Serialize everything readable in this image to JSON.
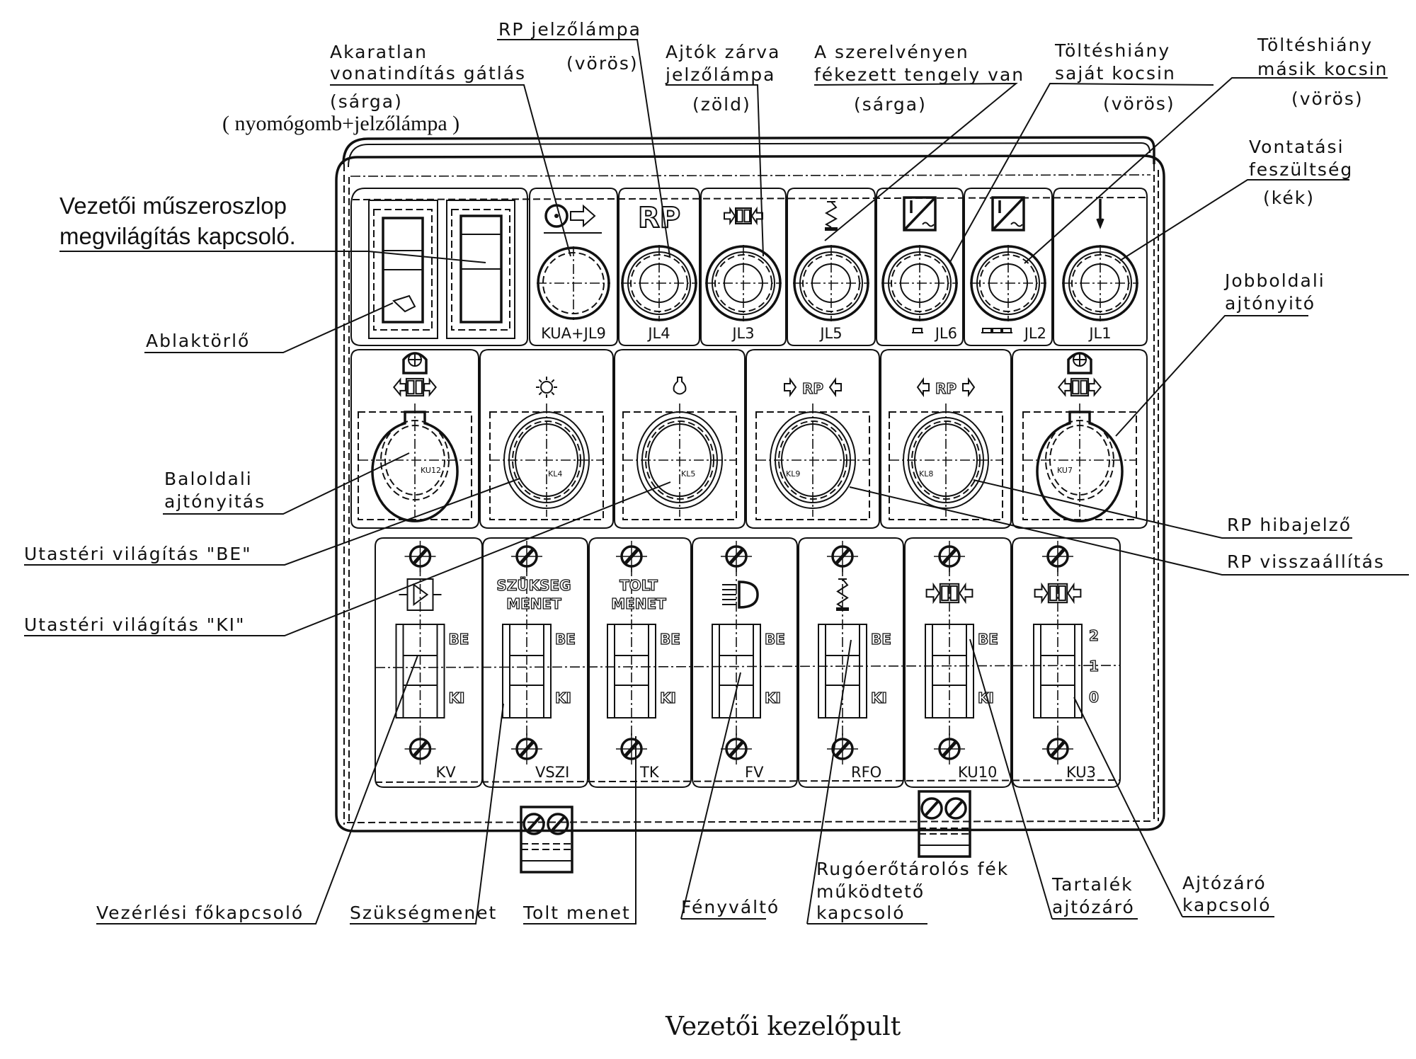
{
  "figure_title": "Vezetői kezelőpult",
  "top_callouts": {
    "kua": {
      "lines": [
        "Akaratlan",
        "vonatindítás gátlás",
        "(sárga)"
      ],
      "note": "( nyomógomb+jelzőlámpa )"
    },
    "jl4": {
      "lines": [
        "RP jelzőlámpa",
        "(vörös)"
      ]
    },
    "jl3": {
      "lines": [
        "Ajtók zárva",
        "jelzőlámpa",
        "(zöld)"
      ]
    },
    "jl5": {
      "lines": [
        "A szerelvényen",
        "fékezett tengely van",
        "(sárga)"
      ]
    },
    "jl6": {
      "lines": [
        "Töltéshiány",
        "saját kocsin",
        "(vörös)"
      ]
    },
    "jl2": {
      "lines": [
        "Töltéshiány",
        "másik kocsin",
        "(vörös)"
      ]
    },
    "jl1": {
      "lines": [
        "Vontatási",
        "feszültség",
        "(kék)"
      ]
    }
  },
  "left_callouts": {
    "lighting_switch": [
      "Vezetői műszeroszlop",
      "megvilágítás kapcsoló."
    ],
    "wiper": "Ablaktörlő",
    "left_door": [
      "Baloldali",
      "ajtónyitás"
    ],
    "cabin_light_on": "Utastéri világítás \"BE\"",
    "cabin_light_off": "Utastéri világítás \"KI\""
  },
  "right_callouts": {
    "right_door": [
      "Jobboldali",
      "ajtónyitó"
    ],
    "rp_fault": "RP hibajelző",
    "rp_reset": "RP visszaállítás"
  },
  "bottom_callouts": {
    "main_switch": "Vezérlési főkapcsoló",
    "emergency": "Szükségmenet",
    "towed": "Tolt menet",
    "light_changer": "Fényváltó",
    "spring_brake": [
      "Rugóerőtárolós fék",
      "működtető",
      "kapcsoló"
    ],
    "spare_door": [
      "Tartalék",
      "ajtózáró"
    ],
    "door_lock": [
      "Ajtózáró",
      "kapcsoló"
    ]
  },
  "panel": {
    "row1_lamps": [
      {
        "code": "KUA+JL9",
        "symbol": "push-button-arrow"
      },
      {
        "code": "JL4",
        "symbol": "RP"
      },
      {
        "code": "JL3",
        "symbol": "doors-closed"
      },
      {
        "code": "JL5",
        "symbol": "spring-brake"
      },
      {
        "code": "JL6",
        "symbol": "charge-fault",
        "prefix": "one-car"
      },
      {
        "code": "JL2",
        "symbol": "charge-fault",
        "prefix": "three-cars"
      },
      {
        "code": "JL1",
        "symbol": "traction-voltage"
      }
    ],
    "row2_buttons": [
      {
        "code": "KU12",
        "symbol": "door-open-left"
      },
      {
        "code": "KL4",
        "symbol": "lamp-on"
      },
      {
        "code": "KL5",
        "symbol": "lamp-off"
      },
      {
        "code": "KL9",
        "symbol": "rp-fault"
      },
      {
        "code": "KL8",
        "symbol": "rp-reset"
      },
      {
        "code": "KU7",
        "symbol": "door-open-right"
      }
    ],
    "row2_symbol_text": {
      "rp": "RP"
    },
    "row3_switches": [
      {
        "code": "KV",
        "symbol": "play",
        "positions": [
          "BE",
          "KI"
        ]
      },
      {
        "code": "VSZI",
        "symbol_text": [
          "SZÜKSEG",
          "MENET"
        ],
        "positions": [
          "BE",
          "KI"
        ]
      },
      {
        "code": "TK",
        "symbol_text": [
          "TOLT",
          "MENET"
        ],
        "positions": [
          "BE",
          "KI"
        ]
      },
      {
        "code": "FV",
        "symbol": "headlight",
        "positions": [
          "BE",
          "KI"
        ]
      },
      {
        "code": "RFO",
        "symbol": "spring-brake",
        "positions": [
          "BE",
          "KI"
        ]
      },
      {
        "code": "KU10",
        "symbol": "door-close",
        "positions": [
          "BE",
          "KI"
        ]
      },
      {
        "code": "KU3",
        "symbol": "door-close",
        "positions": [
          "2",
          "1",
          "0"
        ]
      }
    ],
    "row1_symbol_text": {
      "rp": "RP"
    }
  }
}
